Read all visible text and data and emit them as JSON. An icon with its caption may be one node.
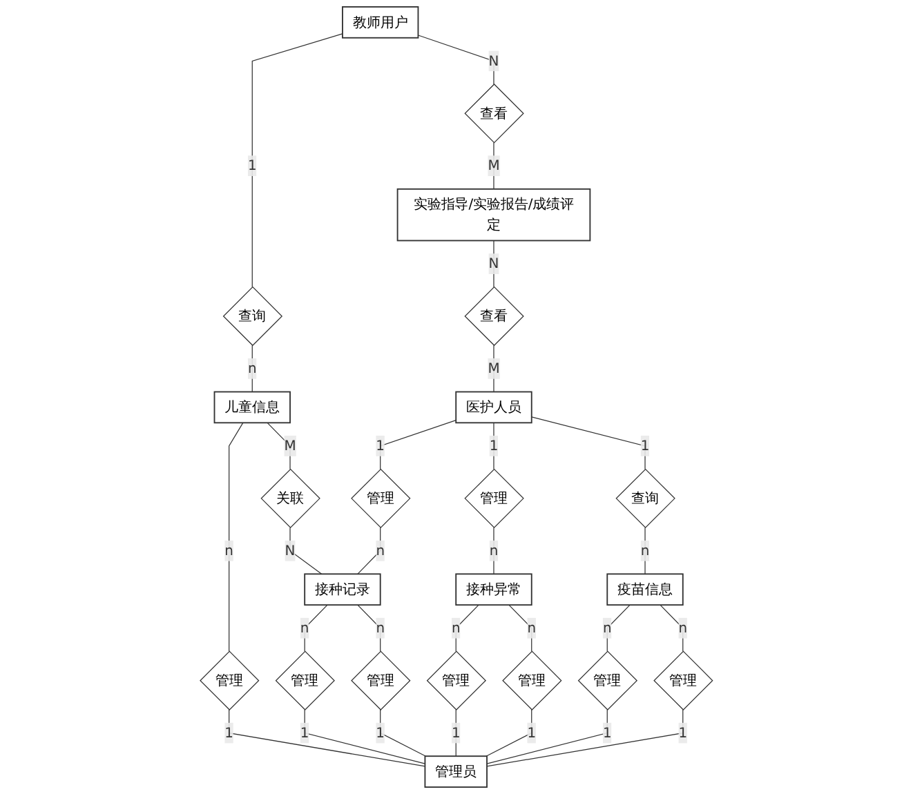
{
  "diagram": {
    "nodes": [
      {
        "text": [
          "教师用户"
        ]
      },
      {
        "text": [
          "查询"
        ]
      },
      {
        "text": [
          "儿童信息"
        ]
      },
      {
        "text": [
          "管理"
        ]
      },
      {
        "text": [
          "查看"
        ]
      },
      {
        "text": [
          "关联"
        ]
      },
      {
        "text": [
          "管理"
        ]
      },
      {
        "text": [
          "实验指导/实验报告/成绩评定"
        ]
      },
      {
        "text": [
          "管理"
        ]
      },
      {
        "text": [
          "接种记录"
        ]
      },
      {
        "text": [
          "管理"
        ]
      },
      {
        "text": [
          "查看"
        ]
      },
      {
        "text": [
          "医护人员"
        ]
      },
      {
        "text": [
          "管理"
        ]
      },
      {
        "text": [
          "接种异常"
        ]
      },
      {
        "text": [
          "管理"
        ]
      },
      {
        "text": [
          "管理员"
        ]
      },
      {
        "text": [
          "管理"
        ]
      },
      {
        "text": [
          "查询"
        ]
      },
      {
        "text": [
          "疫苗信息"
        ]
      },
      {
        "text": [
          "管理"
        ]
      },
      {
        "text": [
          "管理"
        ]
      }
    ],
    "edges": [
      {
        "from": 0,
        "to": 1,
        "arrow": "none",
        "label": "1"
      },
      {
        "from": 1,
        "to": 2,
        "arrow": "none",
        "label": "n"
      },
      {
        "from": 2,
        "to": 3,
        "arrow": "none",
        "label": "n"
      },
      {
        "from": 3,
        "to": 16,
        "arrow": "none",
        "label": "1"
      },
      {
        "from": 0,
        "to": 4,
        "arrow": "none",
        "label": "N"
      },
      {
        "from": 4,
        "to": 7,
        "arrow": "none",
        "label": "M"
      },
      {
        "from": 2,
        "to": 5,
        "arrow": "none",
        "label": "M"
      },
      {
        "from": 5,
        "to": 9,
        "arrow": "none",
        "label": "N"
      },
      {
        "from": 9,
        "to": 6,
        "arrow": "none",
        "label": "n"
      },
      {
        "from": 6,
        "to": 16,
        "arrow": "none",
        "label": "1"
      },
      {
        "from": 7,
        "to": 11,
        "arrow": "none",
        "label": "N"
      },
      {
        "from": 11,
        "to": 12,
        "arrow": "none",
        "label": "M"
      },
      {
        "from": 12,
        "to": 8,
        "arrow": "none",
        "label": "1"
      },
      {
        "from": 8,
        "to": 9,
        "arrow": "none",
        "label": "n"
      },
      {
        "from": 9,
        "to": 10,
        "arrow": "none",
        "label": "n"
      },
      {
        "from": 10,
        "to": 16,
        "arrow": "none",
        "label": "1"
      },
      {
        "from": 12,
        "to": 13,
        "arrow": "none",
        "label": "1"
      },
      {
        "from": 13,
        "to": 14,
        "arrow": "none",
        "label": "n"
      },
      {
        "from": 14,
        "to": 15,
        "arrow": "none",
        "label": "n"
      },
      {
        "from": 15,
        "to": 16,
        "arrow": "none",
        "label": "1"
      },
      {
        "from": 14,
        "to": 17,
        "arrow": "none",
        "label": "n"
      },
      {
        "from": 17,
        "to": 16,
        "arrow": "none",
        "label": "1"
      },
      {
        "from": 12,
        "to": 18,
        "arrow": "none",
        "label": "1"
      },
      {
        "from": 18,
        "to": 19,
        "arrow": "none",
        "label": "n"
      },
      {
        "from": 19,
        "to": 20,
        "arrow": "none",
        "label": "n"
      },
      {
        "from": 20,
        "to": 16,
        "arrow": "none",
        "label": "1"
      },
      {
        "from": 19,
        "to": 21,
        "arrow": "none",
        "label": "n"
      },
      {
        "from": 21,
        "to": 16,
        "arrow": "none",
        "label": "1"
      }
    ]
  }
}
